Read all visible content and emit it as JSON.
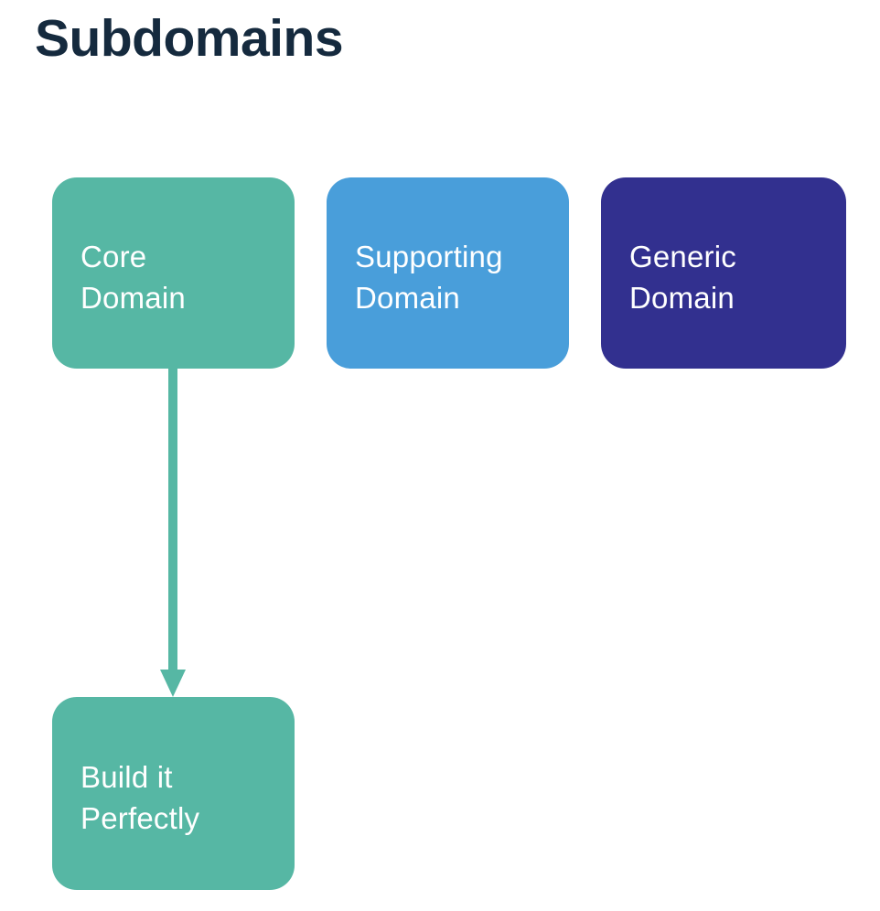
{
  "page": {
    "title": "Subdomains"
  },
  "colors": {
    "background": "#ffffff",
    "title_text": "#152a3e",
    "node_text": "#ffffff",
    "teal": "#56b7a4",
    "blue": "#499eda",
    "indigo": "#32308f"
  },
  "diagram": {
    "nodes": [
      {
        "id": "core-domain",
        "lines": [
          "Core",
          "Domain"
        ],
        "color": "#56b7a4"
      },
      {
        "id": "supporting-domain",
        "lines": [
          "Supporting",
          "Domain"
        ],
        "color": "#499eda"
      },
      {
        "id": "generic-domain",
        "lines": [
          "Generic",
          "Domain"
        ],
        "color": "#32308f"
      },
      {
        "id": "build-it-perfectly",
        "lines": [
          "Build it",
          "Perfectly"
        ],
        "color": "#56b7a4"
      }
    ],
    "edges": [
      {
        "from": "core-domain",
        "to": "build-it-perfectly",
        "direction": "down",
        "color": "#56b7a4"
      }
    ]
  }
}
